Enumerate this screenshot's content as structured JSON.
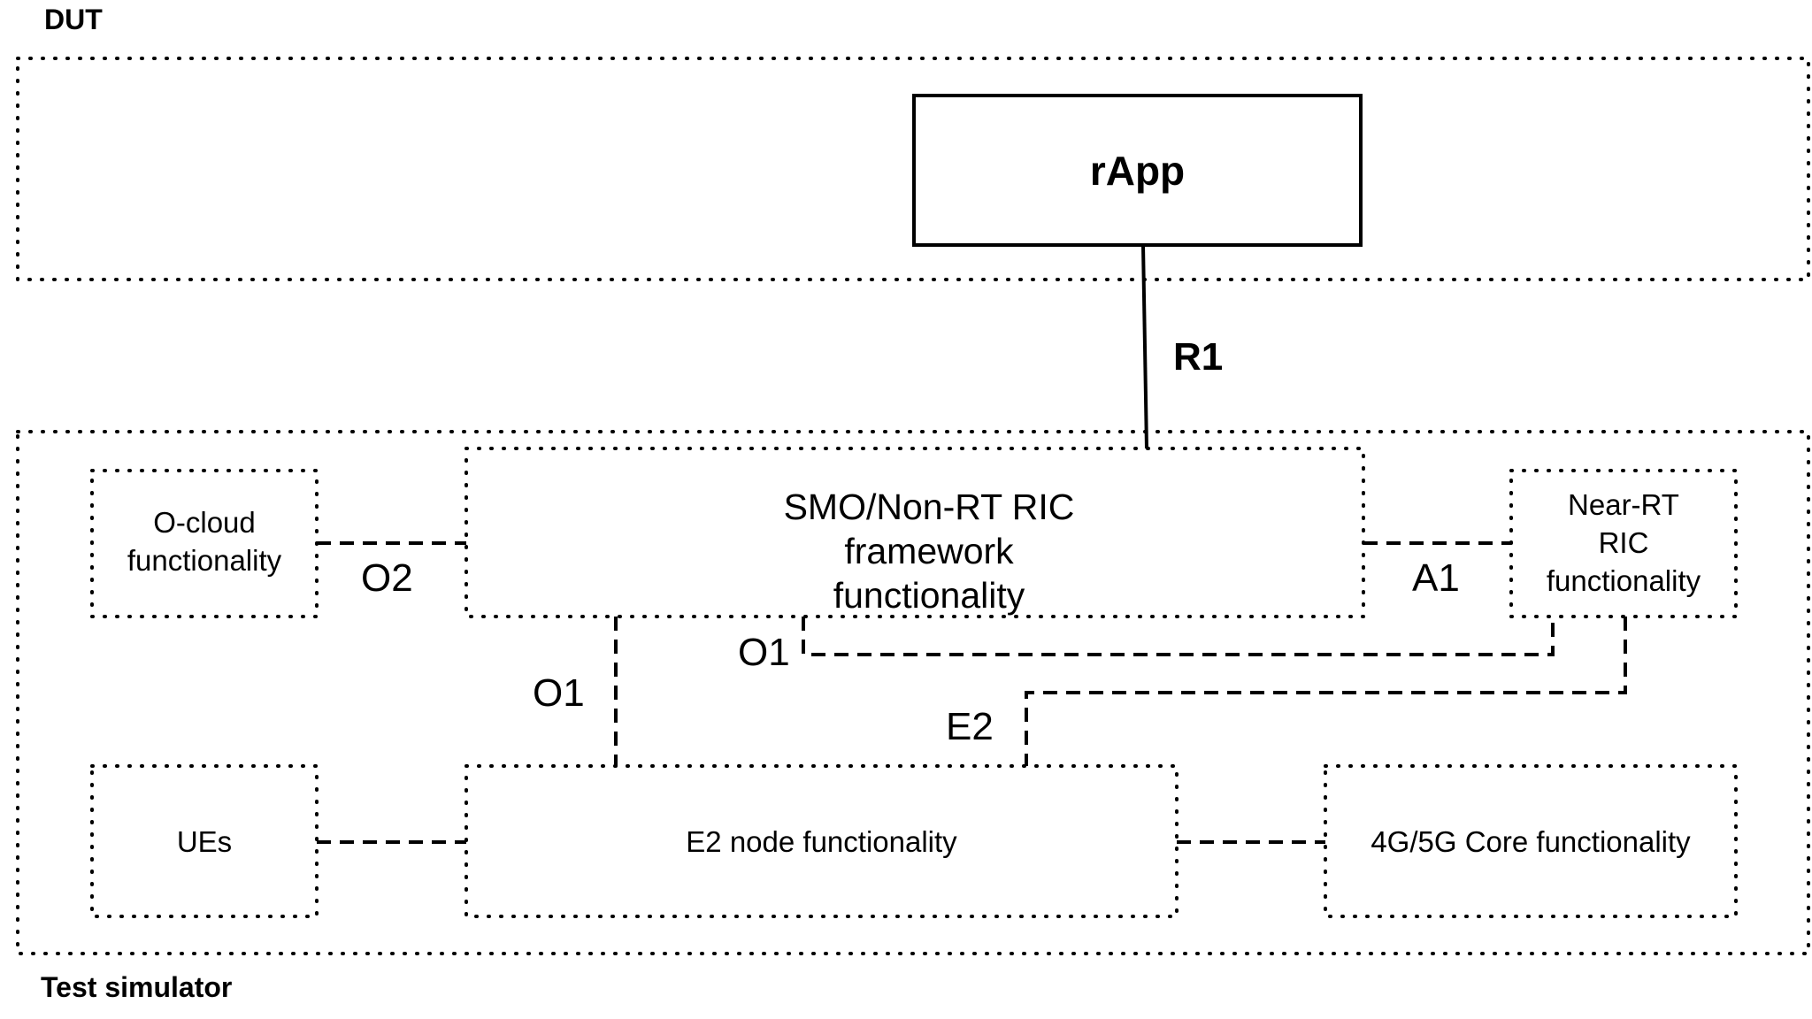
{
  "containers": {
    "dut": {
      "label": "DUT"
    },
    "test_simulator": {
      "label": "Test simulator"
    }
  },
  "boxes": {
    "rapp": {
      "label": "rApp"
    },
    "smo": {
      "label": "SMO/Non-RT RIC framework\nfunctionality"
    },
    "ocloud": {
      "label": "O-cloud\nfunctionality"
    },
    "near_rt": {
      "label": "Near-RT\nRIC\nfunctionality"
    },
    "ues": {
      "label": "UEs"
    },
    "e2node": {
      "label": "E2 node functionality"
    },
    "core": {
      "label": "4G/5G Core functionality"
    }
  },
  "interfaces": {
    "r1": "R1",
    "o2": "O2",
    "a1": "A1",
    "o1_left": "O1",
    "o1_right": "O1",
    "e2": "E2"
  },
  "colors": {
    "line": "#000000",
    "background": "#ffffff"
  }
}
